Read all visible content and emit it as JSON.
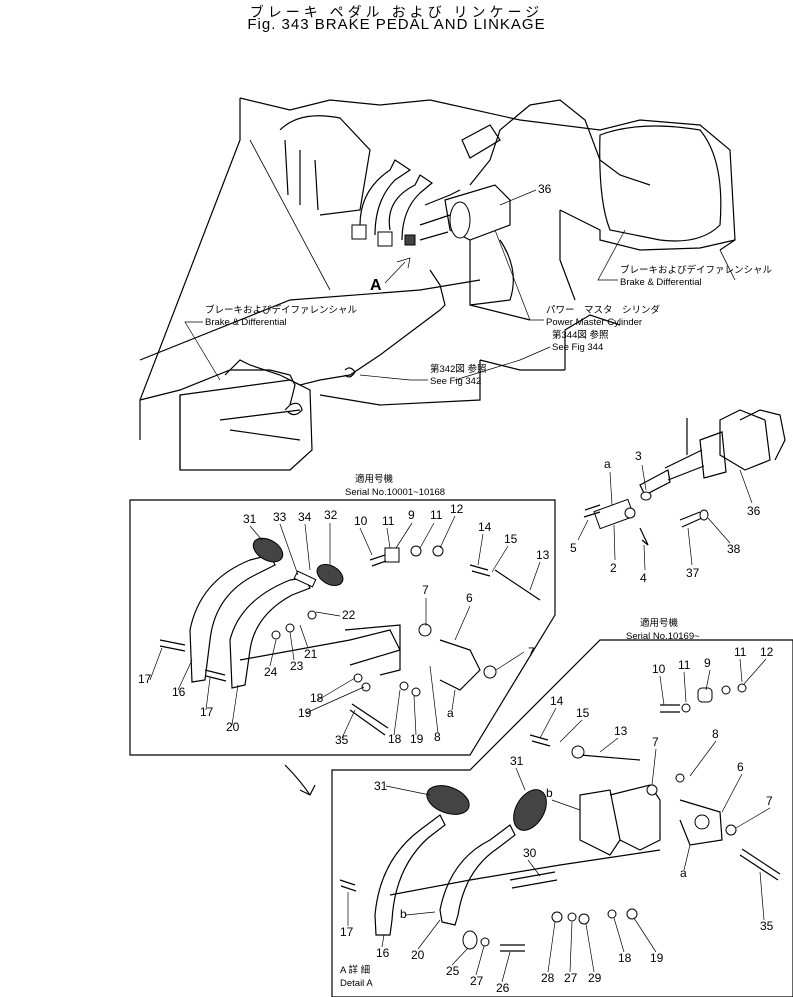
{
  "title": {
    "japanese": "ブレーキ ペダル および リンケージ",
    "english": "Fig. 343 BRAKE PEDAL AND LINKAGE"
  },
  "labels": {
    "brake_diff_right_jp": "ブレーキおよびデイファレンシャル",
    "brake_diff_right_en": "Brake & Differential",
    "power_master_jp": "パワー　マスタ　シリンダ",
    "power_master_en": "Power Master Cylinder",
    "see_fig_344_jp": "第344図 参照",
    "see_fig_344_en": "See Fig 344",
    "brake_diff_left_jp": "ブレーキおよびデイファレンシャル",
    "brake_diff_left_en": "Brake & Differential",
    "see_fig_342_jp": "第342図 参照",
    "see_fig_342_en": "See Fig 342",
    "view_a": "A",
    "serial_1_jp": "適用号機",
    "serial_1_en": "Serial No.10001~10168",
    "serial_2_jp": "適用号機",
    "serial_2_en": "Serial No.10169~",
    "detail_jp": "A 詳 細",
    "detail_en": "Detail A"
  },
  "callouts": {
    "top": [
      "36"
    ],
    "right": [
      "a",
      "3",
      "5",
      "2",
      "4",
      "36",
      "37",
      "38"
    ],
    "inset1": [
      "31",
      "33",
      "34",
      "32",
      "10",
      "11",
      "9",
      "11",
      "12",
      "14",
      "15",
      "13",
      "22",
      "7",
      "6",
      "17",
      "16",
      "17",
      "20",
      "24",
      "23",
      "21",
      "18",
      "19",
      "35",
      "18",
      "19",
      "8",
      "a",
      "7"
    ],
    "inset2": [
      "10",
      "11",
      "9",
      "11",
      "12",
      "14",
      "15",
      "13",
      "7",
      "8",
      "6",
      "7",
      "31",
      "31",
      "b",
      "b",
      "30",
      "a",
      "17",
      "16",
      "20",
      "25",
      "27",
      "26",
      "28",
      "27",
      "29",
      "18",
      "19",
      "35"
    ]
  }
}
